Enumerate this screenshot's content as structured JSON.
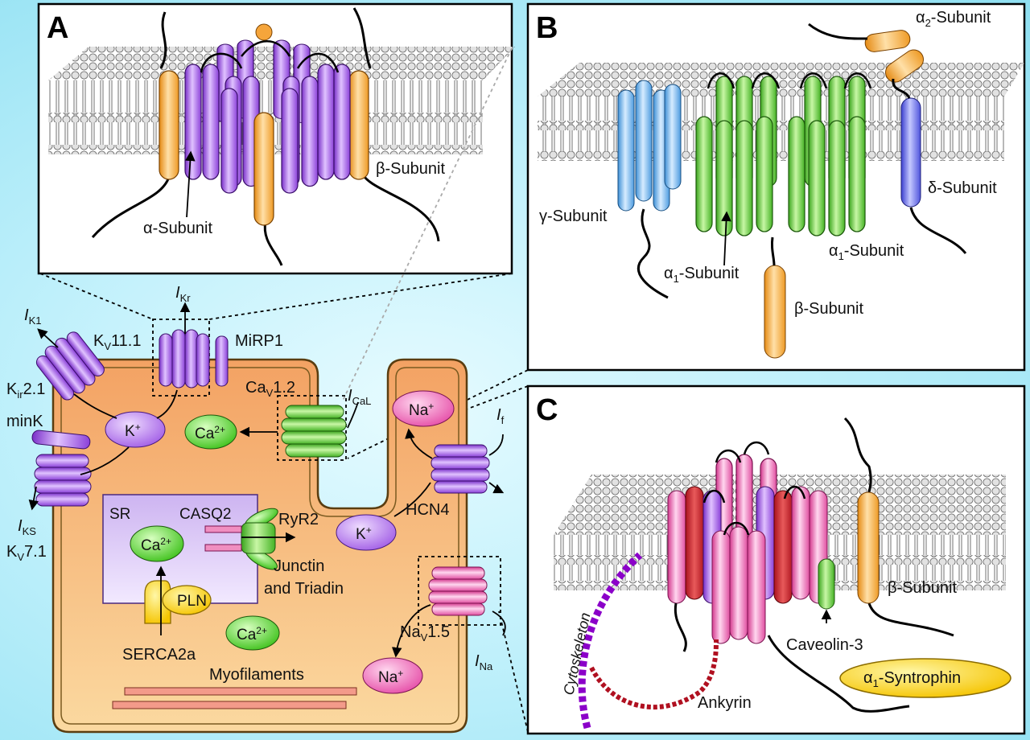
{
  "panels": {
    "A": {
      "letter": "A",
      "alpha": "α-Subunit",
      "beta": "β-Subunit"
    },
    "B": {
      "letter": "B",
      "alpha2_base": "α",
      "alpha2_sub": "2",
      "alpha2_rest": "-Subunit",
      "gamma": "γ-Subunit",
      "delta": "δ-Subunit",
      "alpha1a_base": "α",
      "alpha1a_sub": "1",
      "alpha1a_rest": "-Subunit",
      "alpha1b_base": "α",
      "alpha1b_sub": "1",
      "alpha1b_rest": "-Subunit",
      "beta": "β-Subunit"
    },
    "C": {
      "letter": "C",
      "beta": "β-Subunit",
      "caveolin": "Caveolin-3",
      "syntrophin_base": "α",
      "syntrophin_sub": "1",
      "syntrophin_rest": "-Syntrophin",
      "ankyrin": "Ankyrin",
      "cytoskeleton": "Cytoskeleton"
    }
  },
  "cell": {
    "ikr_base": "I",
    "ikr_sub": "Kr",
    "ik1_base": "I",
    "ik1_sub": "K1",
    "kv111_base": "K",
    "kv111_sub": "V",
    "kv111_rest": "11.1",
    "mirp1": "MiRP1",
    "kir21_base": "K",
    "kir21_sub": "ir",
    "kir21_rest": "2.1",
    "mink": "minK",
    "iks_base": "I",
    "iks_sub": "KS",
    "kv71_base": "K",
    "kv71_sub": "V",
    "kv71_rest": "7.1",
    "cav12_base": "Ca",
    "cav12_sub": "V",
    "cav12_rest": "1.2",
    "ical_base": "I",
    "ical_sub": "CaL",
    "if_base": "I",
    "if_sub": "f",
    "ina_base": "I",
    "ina_sub": "Na",
    "hcn4": "HCN4",
    "nav15_base": "Na",
    "nav15_sub": "V",
    "nav15_rest": "1.5",
    "k_ion_1": "K",
    "k_ion_1_sup": "+",
    "k_ion_2": "K",
    "k_ion_2_sup": "+",
    "ca_ion_1": "Ca",
    "ca_ion_1_sup": "2+",
    "ca_ion_2": "Ca",
    "ca_ion_2_sup": "2+",
    "ca_ion_3": "Ca",
    "ca_ion_3_sup": "2+",
    "na_ion_1": "Na",
    "na_ion_1_sup": "+",
    "na_ion_2": "Na",
    "na_ion_2_sup": "+",
    "sr": "SR",
    "casq2": "CASQ2",
    "ryr2": "RyR2",
    "junctin_line1": "Junctin",
    "junctin_line2": "and Triadin",
    "pln": "PLN",
    "serca": "SERCA2a",
    "myofilaments": "Myofilaments"
  },
  "colors": {
    "potassium": "#a463e8",
    "calcium": "#55d43a",
    "sodium": "#ea5fae",
    "beta": "#f5a53b",
    "gamma": "#6fb6ee",
    "delta": "#6a72e6",
    "cell_fill": "#f6b574",
    "sr_fill": "#dcc7f5",
    "background": "#a9e9f7"
  }
}
